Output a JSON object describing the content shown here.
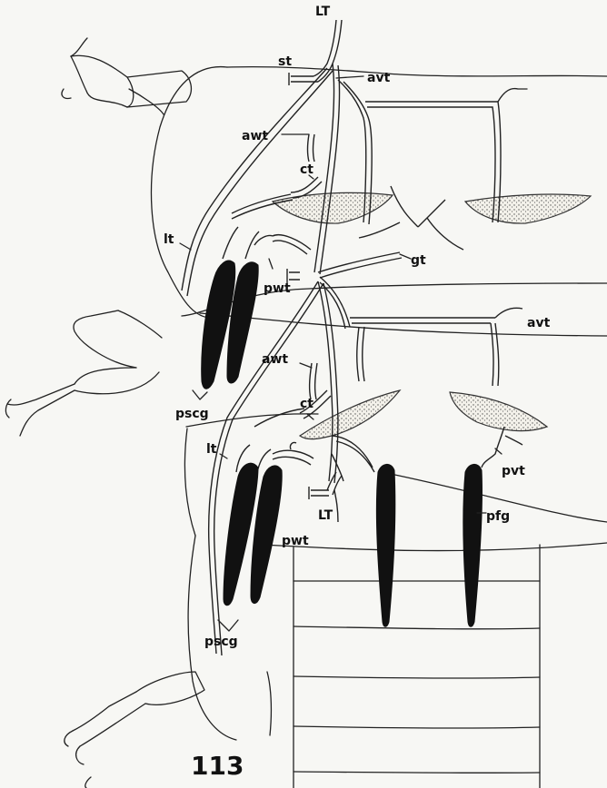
{
  "figure_number": "113",
  "labels": {
    "LT_top": "LT",
    "st": "st",
    "avt_1": "avt",
    "awt_1": "awt",
    "ct_1": "ct",
    "lt_1": "lt",
    "gt": "gt",
    "pwt_1": "pwt",
    "avt_2": "avt",
    "awt_2": "awt",
    "pscg_1": "pscg",
    "ct_2": "ct",
    "lt_2": "lt",
    "pvt": "pvt",
    "LT_bottom": "LT",
    "pfg": "pfg",
    "pwt_2": "pwt",
    "pscg_2": "pscg"
  },
  "colors": {
    "ink": "#111111",
    "paper": "#f7f7f4"
  }
}
